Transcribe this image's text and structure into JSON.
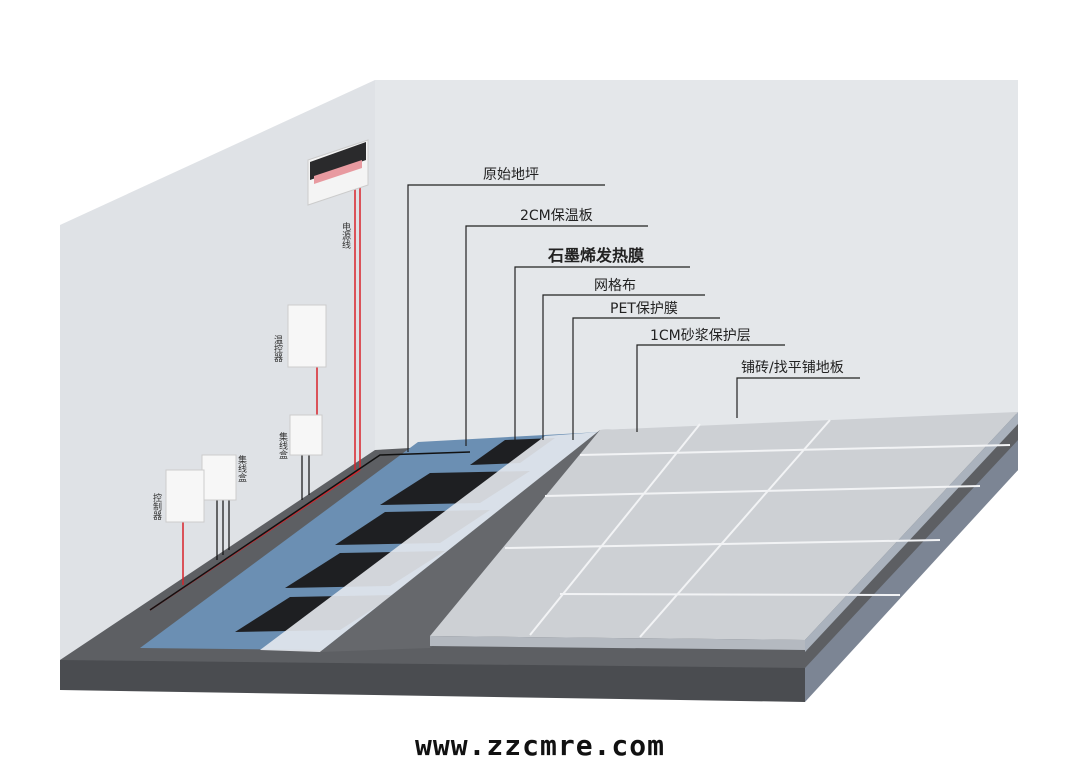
{
  "layers": [
    {
      "label": "原始地坪"
    },
    {
      "label": "2CM保温板"
    },
    {
      "label": "石墨烯发热膜"
    },
    {
      "label": "网格布"
    },
    {
      "label": "PET保护膜"
    },
    {
      "label": "1CM砂浆保护层"
    },
    {
      "label": "铺砖/找平铺地板"
    }
  ],
  "wall_devices": {
    "power_line": "电源线",
    "thermostat": "温控器",
    "junction_box_1": "集线盒",
    "junction_box_2": "集线盒",
    "controller": "控制器"
  },
  "watermark": "www.zzcmre.com",
  "colors": {
    "highlight": "#e8502a",
    "insulation": "#6b8fb3",
    "wire": "#d8232a"
  }
}
